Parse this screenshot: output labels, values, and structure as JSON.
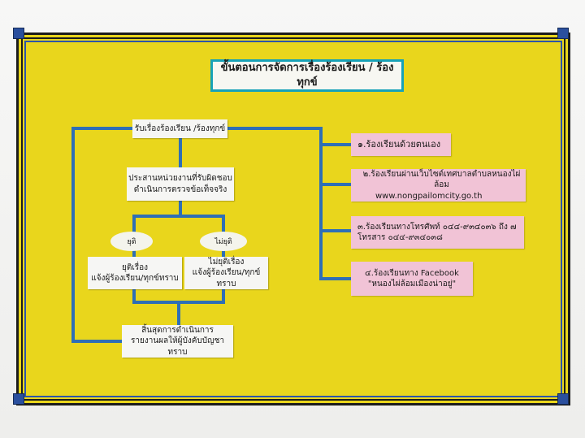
{
  "title": "ขั้นตอนการจัดการเรื่องร้องเรียน / ร้องทุกข์",
  "flow": {
    "receive": "รับเรื่องร้องเรียน /ร้องทุกข์",
    "coordinate": [
      "ประสานหน่วยงานที่รับผิดชอบ",
      "ดำเนินการตรวจข้อเท็จจริง"
    ],
    "branch_end": "ยุติ",
    "branch_not_end": "ไม่ยุติ",
    "end_box": [
      "ยุติเรื่อง",
      "แจ้งผู้ร้องเรียน/ทุกข์ทราบ"
    ],
    "not_end_box": [
      "ไม่ยุติเรื่อง",
      "แจ้งผู้ร้องเรียน/ทุกข์ทราบ"
    ],
    "finish": [
      "สิ้นสุดการดำเนินการ",
      "รายงานผลให้ผู้บังคับบัญชาทราบ"
    ]
  },
  "channels": [
    {
      "lines": [
        "๑.ร้องเรียนด้วยตนเอง"
      ]
    },
    {
      "lines": [
        "๒.ร้องเรียนผ่านเว็บไซต์เทศบาลตำบลหนองไผ่ล้อม",
        "www.nongpailomcity.go.th"
      ]
    },
    {
      "lines": [
        "๓.ร้องเรียนทางโทรศัพท์ ๐๔๔-๙๓๔๐๓๖ ถึง ๗",
        "โทรสาร ๐๔๔-๙๓๔๐๓๘"
      ]
    },
    {
      "lines": [
        "๔.ร้องเรียนทาง  Facebook",
        "\"หนองไผ่ล้อมเมืองน่าอยู่\""
      ]
    }
  ],
  "colors": {
    "board": "#e9d61c",
    "connector": "#2f6fb5",
    "title_border": "#17a2b8",
    "channel_box": "#f1c3d6"
  }
}
